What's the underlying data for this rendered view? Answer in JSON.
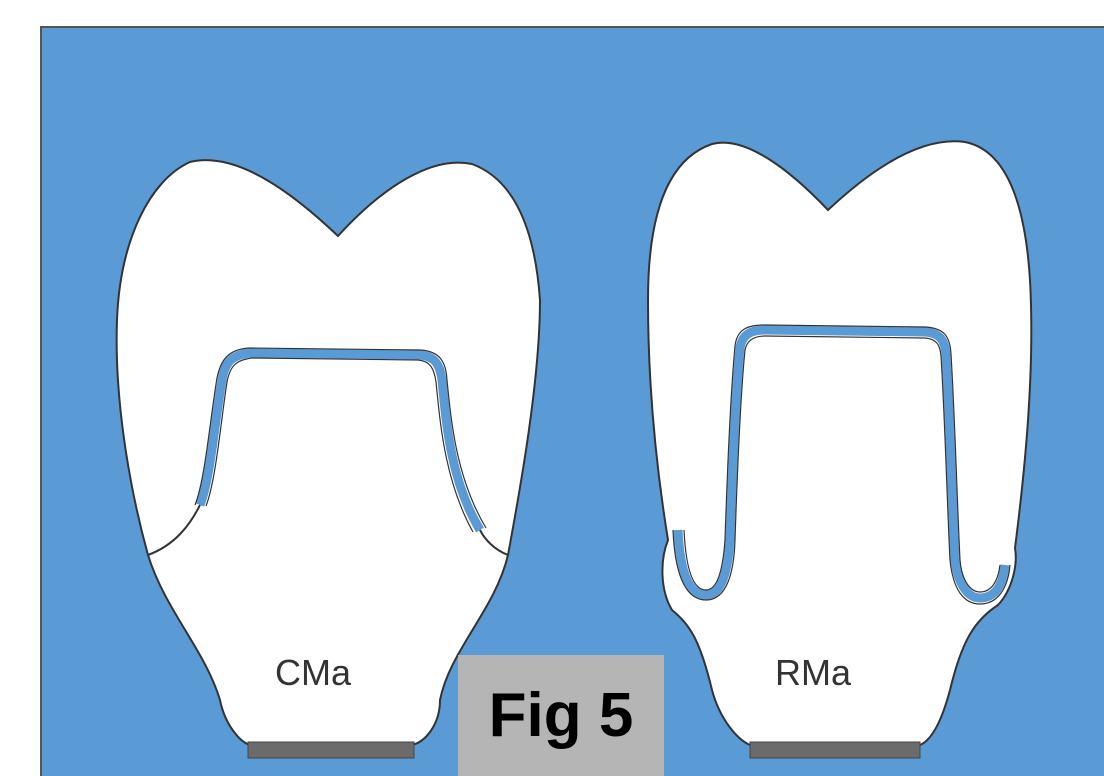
{
  "figure": {
    "caption": "Fig 5",
    "background_color": "#5b9bd5",
    "crown_color": "#ffffff",
    "cement_color": "#5b9bd5",
    "base_color": "#6b6b6b"
  },
  "teeth": [
    {
      "id": "cma",
      "label": "CMa"
    },
    {
      "id": "rma",
      "label": "RMa"
    }
  ]
}
